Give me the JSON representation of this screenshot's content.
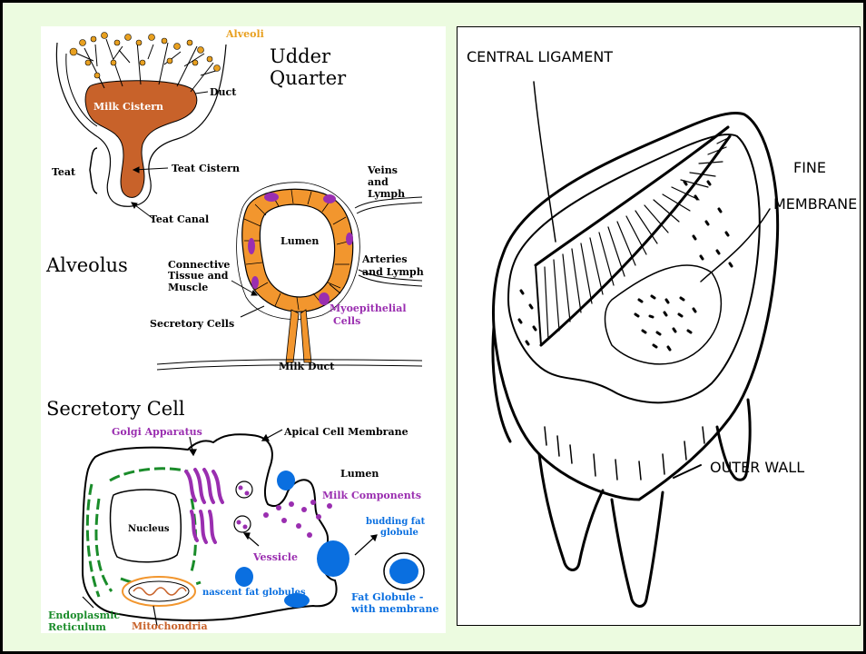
{
  "udder": {
    "title_line1": "Udder",
    "title_line2": "Quarter",
    "alveoli": "Alveoli",
    "duct": "Duct",
    "milk_cistern": "Milk Cistern",
    "teat": "Teat",
    "teat_cistern": "Teat Cistern",
    "teat_canal": "Teat Canal"
  },
  "alveolus": {
    "title": "Alveolus",
    "veins_l1": "Veins",
    "veins_l2": "and",
    "veins_l3": "Lymph",
    "lumen": "Lumen",
    "arteries_l1": "Arteries",
    "arteries_l2": "and Lymph",
    "connective_l1": "Connective",
    "connective_l2": "Tissue and",
    "connective_l3": "Muscle",
    "myo_l1": "Myoepithelial",
    "myo_l2": "Cells",
    "secretory_cells": "Secretory Cells",
    "milk_duct": "Milk Duct"
  },
  "cell": {
    "title": "Secretory Cell",
    "golgi": "Golgi Apparatus",
    "apical": "Apical Cell Membrane",
    "lumen": "Lumen",
    "milk_components": "Milk Components",
    "nucleus": "Nucleus",
    "budding_l1": "budding fat",
    "budding_l2": "globule",
    "vessicle": "Vessicle",
    "nascent": "nascent fat globules",
    "fat_globule_l1": "Fat Globule -",
    "fat_globule_l2": "with membrane",
    "er_l1": "Endoplasmic",
    "er_l2": "Reticulum",
    "mito": "Mitochondria"
  },
  "quarter": {
    "central_ligament": "CENTRAL LIGAMENT",
    "fine_l1": "FINE",
    "fine_l2": "MEMBRANE",
    "outer_wall": "OUTER WALL"
  },
  "colors": {
    "background": "#ecfbe0",
    "orange_tissue": "#c8622a",
    "alveolar_orange": "#f2962e",
    "purple": "#9a2eb0",
    "blue": "#0a6fe0",
    "green": "#1a8c2a",
    "alveoli_label": "#e8a020"
  }
}
